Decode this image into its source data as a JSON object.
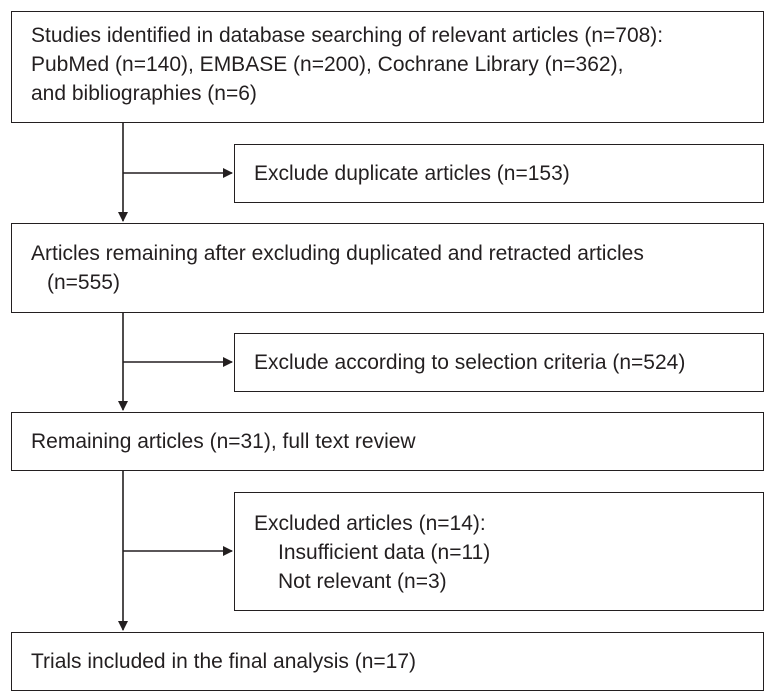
{
  "identified": {
    "line1": "Studies identified in database searching of relevant articles (n=708):",
    "line2": "PubMed (n=140), EMBASE (n=200), Cochrane Library (n=362),",
    "line3": "and bibliographies (n=6)"
  },
  "exclude_duplicates": "Exclude duplicate articles (n=153)",
  "remaining_after_dedup": {
    "line1": "Articles remaining after excluding duplicated and retracted articles",
    "line2": "(n=555)"
  },
  "exclude_criteria": "Exclude according to selection criteria (n=524)",
  "full_text_review": "Remaining articles (n=31), full text review",
  "excluded_articles": {
    "heading": "Excluded articles (n=14):",
    "items": [
      "Insufficient data (n=11)",
      "Not relevant (n=3)"
    ]
  },
  "final_analysis": "Trials included in the final analysis (n=17)",
  "colors": {
    "stroke": "#231f20",
    "background": "#ffffff"
  }
}
